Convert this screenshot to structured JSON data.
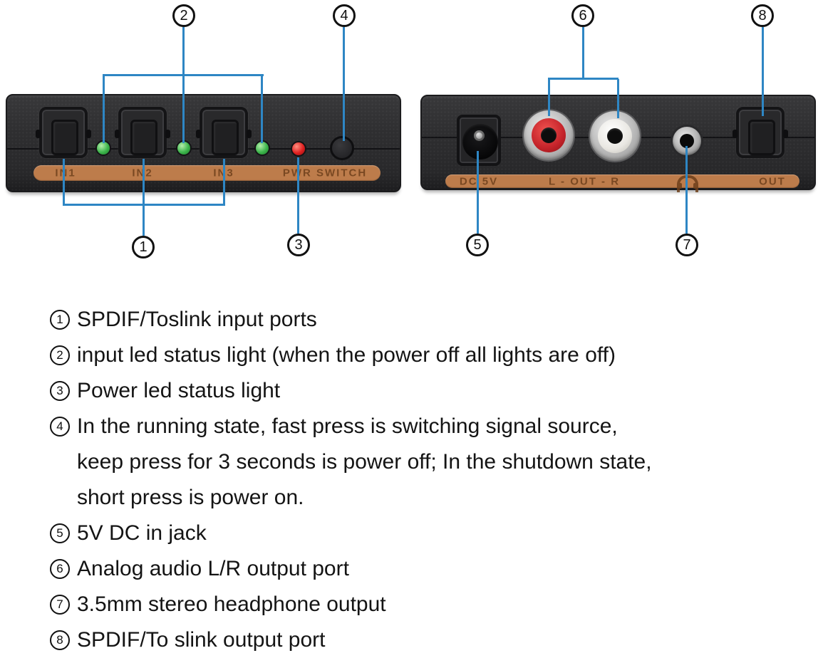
{
  "callout_numbers": [
    "1",
    "2",
    "3",
    "4",
    "5",
    "6",
    "7",
    "8"
  ],
  "front_panel": {
    "labels": {
      "in1": "IN1",
      "in2": "IN2",
      "in3": "IN3",
      "pwr_switch": "PWR SWITCH"
    }
  },
  "back_panel": {
    "labels": {
      "dc": "DC 5V",
      "lr": "L - OUT - R",
      "out": "OUT"
    },
    "headphone_icon": "headphone-icon"
  },
  "legend": {
    "items": [
      {
        "num": "1",
        "text": "SPDIF/Toslink input ports"
      },
      {
        "num": "2",
        "text": "input led status light (when the power off all lights are off)"
      },
      {
        "num": "3",
        "text": "Power led status light"
      },
      {
        "num": "4",
        "lines": [
          "In the running state, fast press is switching signal source,",
          "keep press for 3 seconds is power off; In the shutdown state,",
          "short press is power on."
        ]
      },
      {
        "num": "5",
        "text": "5V DC in jack"
      },
      {
        "num": "6",
        "text": "Analog audio L/R output port"
      },
      {
        "num": "7",
        "text": "3.5mm stereo headphone output"
      },
      {
        "num": "8",
        "text": "SPDIF/To slink output port"
      }
    ]
  },
  "colors": {
    "accent": "#2e86c4",
    "strip": "#bd7c4b",
    "striptext": "#6e401c",
    "ledgreen": "#3cb44b",
    "ledred": "#de2020",
    "ink": "#141414"
  }
}
